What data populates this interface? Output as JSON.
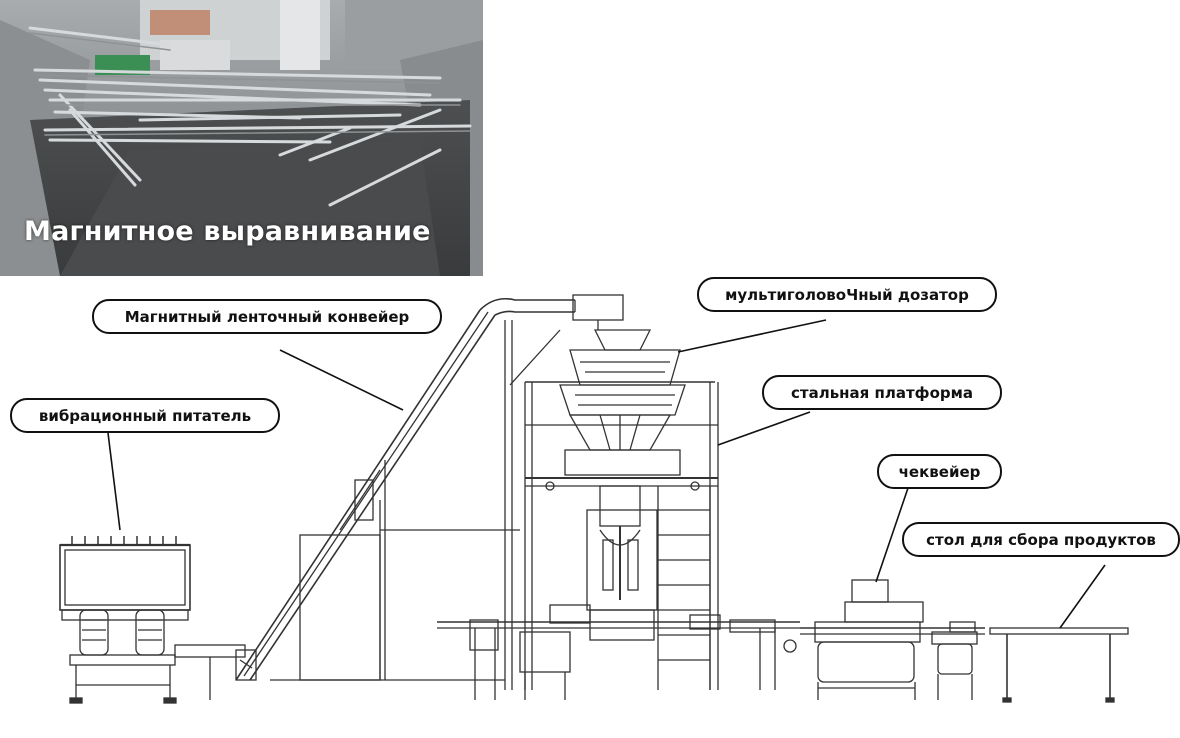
{
  "photo": {
    "caption": "Магнитное выравнивание"
  },
  "labels": {
    "magnetic_conveyor": "Магнитный ленточный конвейер",
    "multihead_weigher": "мультиголовоЧный дозатор",
    "steel_platform": "стальная платформа",
    "vibratory_feeder": "вибрационный питатель",
    "checkweigher": "чеквейер",
    "collection_table": "стол для сбора продуктов"
  }
}
